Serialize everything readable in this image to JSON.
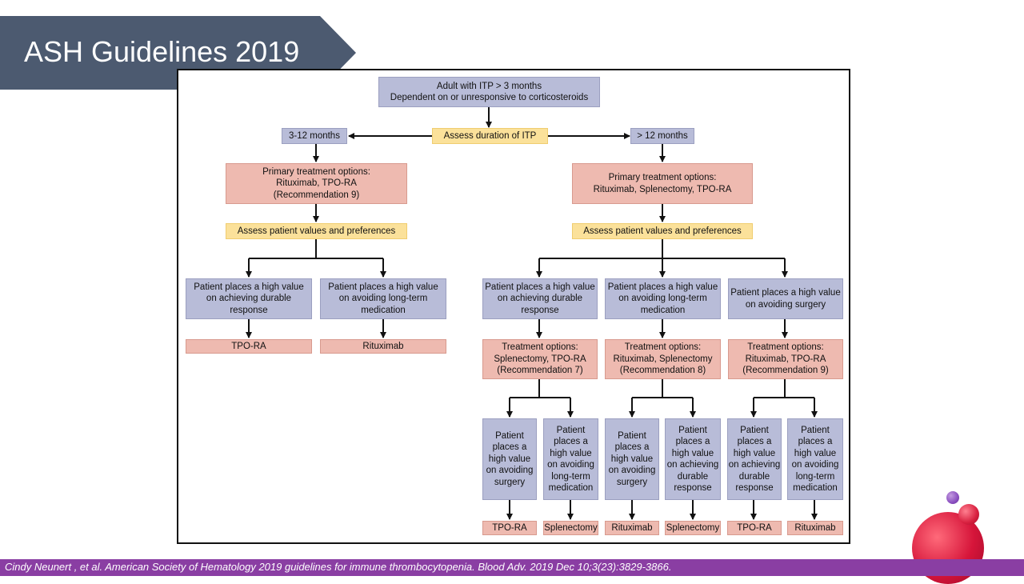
{
  "slide": {
    "title": "ASH Guidelines 2019",
    "citation": "Cindy Neunert , et al. American Society of Hematology 2019 guidelines for immune thrombocytopenia. Blood Adv. 2019 Dec 10;3(23):3829-3866."
  },
  "colors": {
    "banner": "#4c5a70",
    "footer": "#8a3ea3",
    "blue_box": "#b8bcd8",
    "pink_box": "#eebab0",
    "yellow_box": "#fbe19a"
  },
  "flowchart": {
    "start": "Adult with ITP > 3 months\nDependent on or unresponsive to corticosteroids",
    "assess_duration": "Assess duration of ITP",
    "left": {
      "duration": "3-12 months",
      "primary": "Primary treatment options:\nRituximab, TPO-RA\n(Recommendation 9)",
      "assess": "Assess patient values and preferences",
      "values": [
        "Patient places a high value\non achieving durable\nresponse",
        "Patient places a high value\non avoiding long-term\nmedication"
      ],
      "results": [
        "TPO-RA",
        "Rituximab"
      ]
    },
    "right": {
      "duration": "> 12 months",
      "primary": "Primary treatment options:\nRituximab, Splenectomy, TPO-RA",
      "assess": "Assess patient values and preferences",
      "values": [
        "Patient places a high value\non achieving durable\nresponse",
        "Patient places a high value\non avoiding long-term\nmedication",
        "Patient places a high value\non avoiding surgery"
      ],
      "treatments": [
        "Treatment options:\nSplenectomy, TPO-RA\n(Recommendation 7)",
        "Treatment options:\nRituximab, Splenectomy\n(Recommendation 8)",
        "Treatment options:\nRituximab, TPO-RA\n(Recommendation 9)"
      ],
      "sub_values": [
        "Patient\nplaces a\nhigh value\non avoiding\nsurgery",
        "Patient\nplaces a\nhigh value\non avoiding\nlong-term\nmedication",
        "Patient\nplaces a\nhigh value\non avoiding\nsurgery",
        "Patient\nplaces a\nhigh value\non achieving\ndurable\nresponse",
        "Patient\nplaces a\nhigh value\non achieving\ndurable\nresponse",
        "Patient\nplaces a\nhigh value\non avoiding\nlong-term\nmedication"
      ],
      "results": [
        "TPO-RA",
        "Splenectomy",
        "Rituximab",
        "Splenectomy",
        "TPO-RA",
        "Rituximab"
      ]
    }
  }
}
